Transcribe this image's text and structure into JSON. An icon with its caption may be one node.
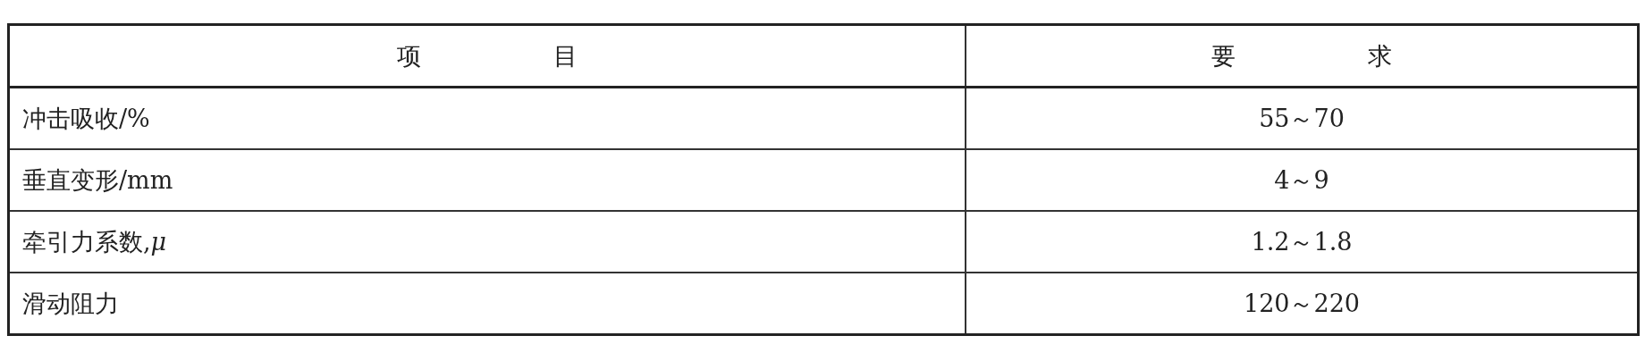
{
  "diagram": {
    "labels": [
      "项 目",
      "要 求",
      "冲击吸收/%",
      "55～70",
      "垂直变形/mm",
      "4～9",
      "牵引力系数,*μ*",
      "1.2～1.8",
      "滑动阻力",
      "120～220"
    ]
  }
}
